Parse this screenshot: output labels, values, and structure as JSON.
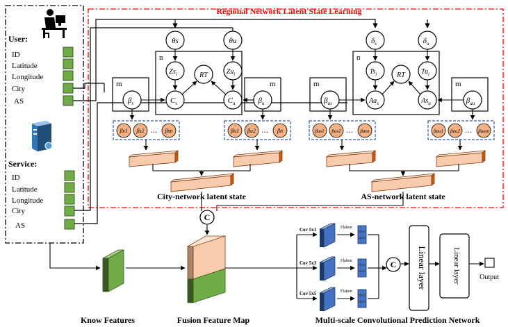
{
  "regional_title": "Regional Network Latent State Learning",
  "user": {
    "heading": "User:",
    "fields": [
      "ID",
      "Latitude",
      "Longitude",
      "City",
      "AS"
    ]
  },
  "service": {
    "heading": "Service:",
    "fields": [
      "ID",
      "Latitude",
      "Longitude",
      "City",
      "AS"
    ]
  },
  "city_model": {
    "plate_n": "n",
    "plate_m_left": "m",
    "plate_m_right": "m",
    "theta_s": "θs",
    "theta_u": "θu",
    "zs": "Zs",
    "zs_sub": "i",
    "zu": "Zu",
    "zu_sub": "i",
    "rt": "RT",
    "cs": "C",
    "cs_sub": "s",
    "cu": "C",
    "cu_sub": "u",
    "beta_s": "β",
    "beta_s_sub": "s",
    "beta_u": "β",
    "beta_u_sub": "u",
    "embed_s": [
      "βs1",
      "βs2",
      "βsn"
    ],
    "embed_u": [
      "βu1",
      "βu2",
      "βn"
    ],
    "ellipsis": "…",
    "caption": "City-network latent state"
  },
  "as_model": {
    "plate_n": "n",
    "plate_m_left": "m",
    "plate_m_right": "m",
    "delta_s": "δ",
    "delta_s_sub": "s",
    "delta_u": "δ",
    "delta_u_sub": "u",
    "ts": "Ts",
    "ts_sub": "i",
    "tu": "Tu",
    "tu_sub": "i",
    "rt": "RT",
    "as": "Aa",
    "as_sub": "s",
    "au": "As",
    "au_sub": "u",
    "beta_as": "β",
    "beta_as_sub": "as",
    "beta_au": "β",
    "beta_au_sub": "au",
    "embed_s": [
      "βas1",
      "βas2",
      "βasn"
    ],
    "embed_u": [
      "βau1",
      "βau2",
      "βaum"
    ],
    "ellipsis": "…",
    "caption": "AS-network latent state"
  },
  "concat_symbol": "C",
  "conv_labels": [
    "Cov 5x1",
    "Cov 5x3",
    "Cov 5x5"
  ],
  "flatten_label": "Flatten",
  "linear_layer_1": "Linear layer",
  "linear_layer_2": "Linear layer",
  "output_label": "Output",
  "bottom_labels": {
    "known": "Know Features",
    "fusion": "Fusion Feature Map",
    "network": "Multi-scale Convolutional Prediction Network"
  },
  "colors": {
    "green": "#70ad47",
    "dark_green": "#385723",
    "peach": "#f8cbad",
    "peach_dark": "#c55a11",
    "orange_node": "#f4b183",
    "blue": "#4472c4",
    "dark_blue": "#1f3864",
    "red_dash": "#ff0000"
  }
}
